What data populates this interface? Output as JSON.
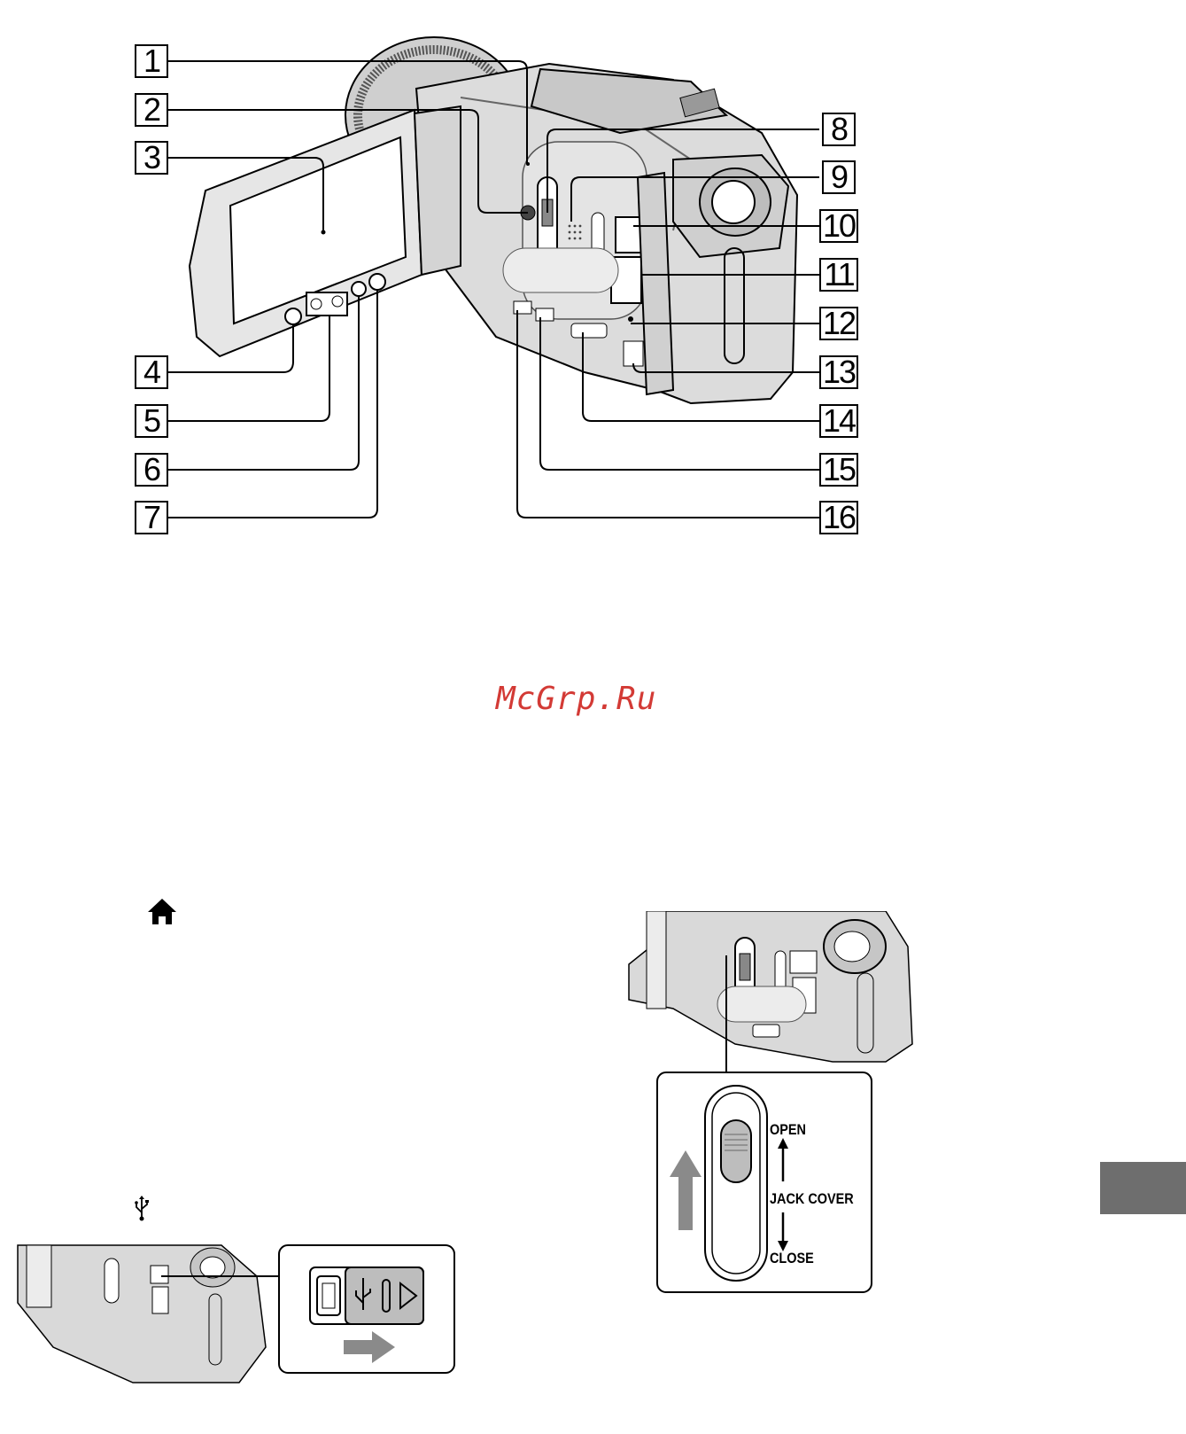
{
  "callouts": [
    "1",
    "2",
    "3",
    "4",
    "5",
    "6",
    "7",
    "8",
    "9",
    "10",
    "11",
    "12",
    "13",
    "14",
    "15",
    "16"
  ],
  "watermark": "McGrp.Ru",
  "icons": {
    "home": "home-icon",
    "usb": "usb-icon"
  },
  "jack_cover": {
    "open": "OPEN",
    "title": "JACK COVER",
    "close": "CLOSE"
  },
  "colors": {
    "watermark": "#d33a35",
    "side_tab": "#6e6e6e",
    "body_grey": "#d9d9d9"
  }
}
